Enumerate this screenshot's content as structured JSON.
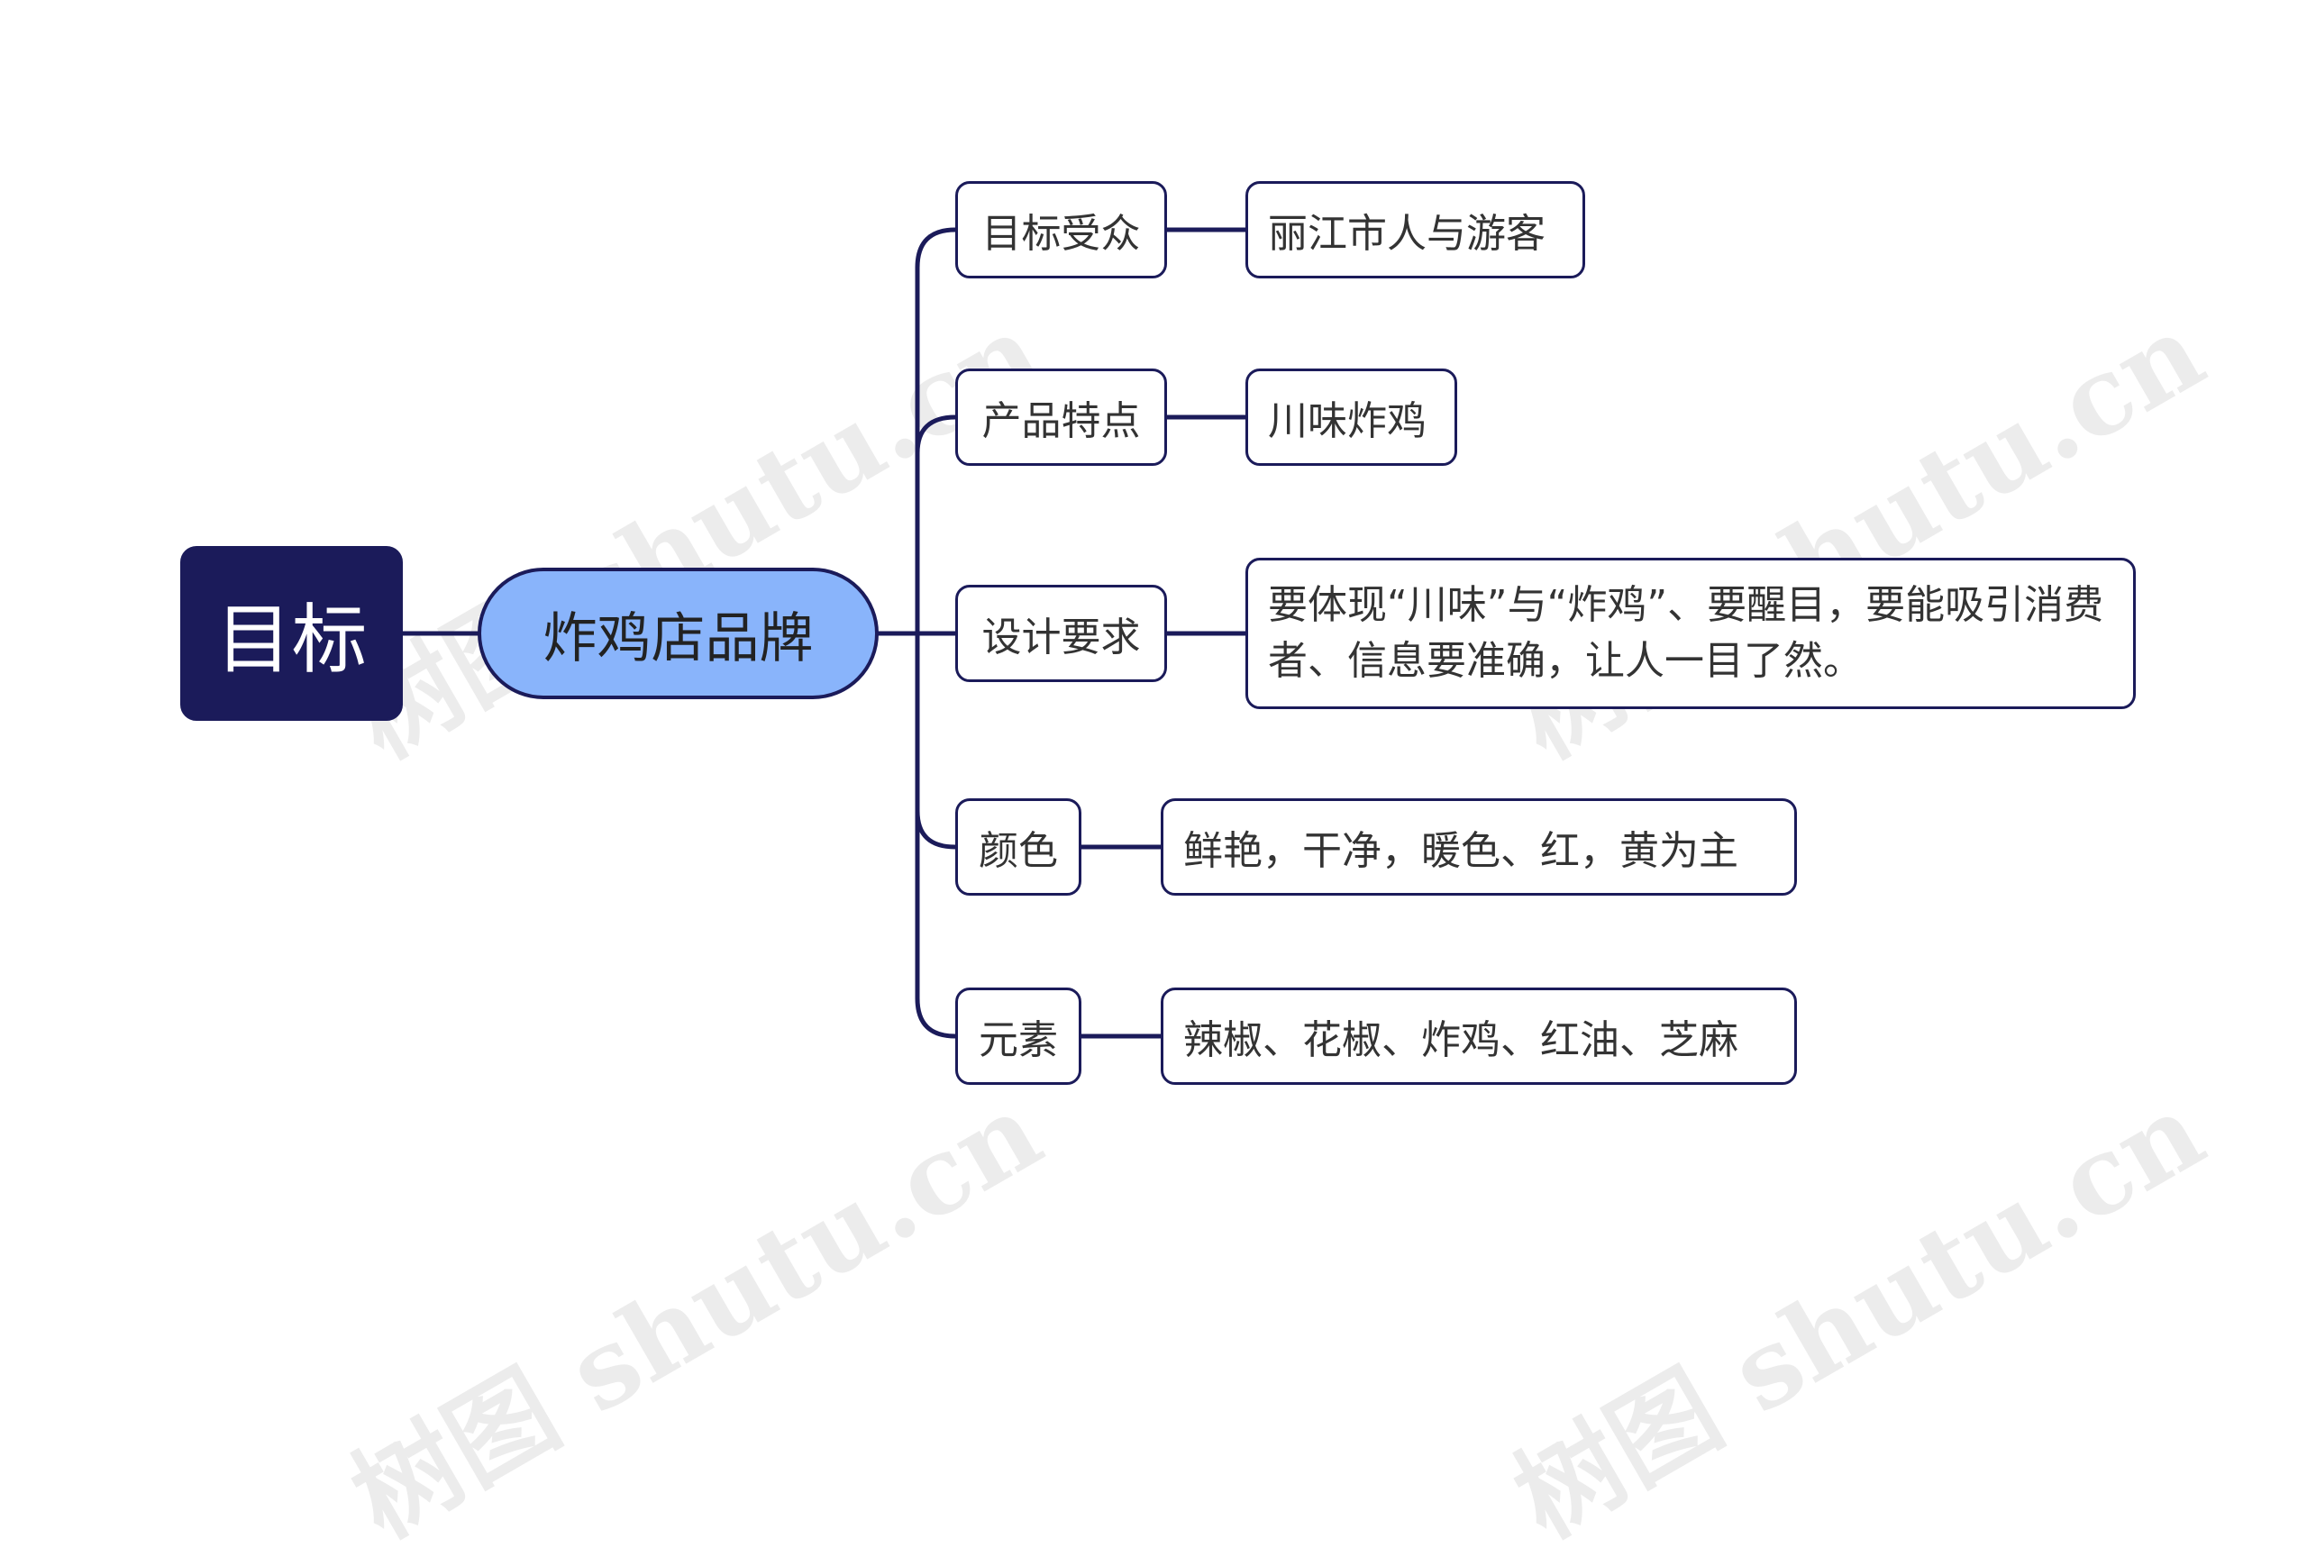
{
  "root": {
    "label": "目标"
  },
  "main": {
    "label": "炸鸡店品牌"
  },
  "branches": [
    {
      "label": "目标受众",
      "detail": "丽江市人与游客"
    },
    {
      "label": "产品特点",
      "detail": "川味炸鸡"
    },
    {
      "label": "设计要求",
      "detail": "要体现“川味”与“炸鸡”、要醒目，要能吸引消费者、信息要准确，让人一目了然。"
    },
    {
      "label": "颜色",
      "detail": "鲜艳，干净，暖色、红，黄为主"
    },
    {
      "label": "元素",
      "detail": "辣椒、花椒、炸鸡、红油、芝麻"
    }
  ],
  "watermark": "树图 shutu.cn",
  "colors": {
    "root_fill": "#1b1b5a",
    "main_fill": "#89b4fb",
    "line": "#1b1b5a",
    "border": "#1b1b5a"
  }
}
